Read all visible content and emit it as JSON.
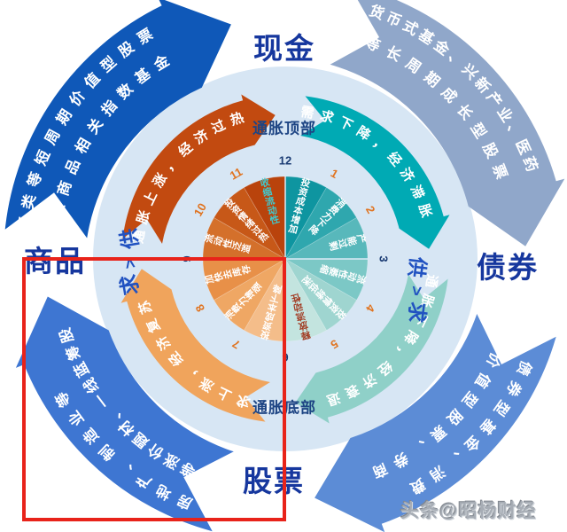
{
  "corner_labels": {
    "cash": "现金",
    "bonds": "债券",
    "stocks": "股票",
    "commodities": "商品"
  },
  "zone_labels": {
    "top": "通胀顶部",
    "bottom": "通胀底部",
    "right": "供>求",
    "left": "求>供"
  },
  "phase_arrows": [
    {
      "label": "需求下降，经济滞胀",
      "color": "#00aab4"
    },
    {
      "label": "通胀下降，经济衰退",
      "color": "#8fd0c8"
    },
    {
      "label": "需求上涨，经济复苏",
      "color": "#f0a45c"
    },
    {
      "label": "通胀上涨，经济过热",
      "color": "#c24a10"
    }
  ],
  "outer_arrows": [
    {
      "lines": [
        "货币式基金、兴新产业、医药",
        "等长周期成长型股票"
      ],
      "color": "#90a7ca"
    },
    {
      "lines": [
        "债券型基金、消费",
        "等价值型股票、券商"
      ],
      "color": "#5c8cd6"
    },
    {
      "lines": [
        "房地产、制造业等",
        "有色金属等涨价题材、一线蓝筹股"
      ],
      "color": "#3e76d2"
    },
    {
      "lines": [
        "资源类等短周期价值型股票",
        "大宗商品相关指数基金"
      ],
      "color": "#0f58b8"
    }
  ],
  "wheel": {
    "background_color": "#d7e6f4",
    "numbers": [
      "12",
      "1",
      "2",
      "3",
      "4",
      "5",
      "6",
      "7",
      "8",
      "9",
      "10",
      "11"
    ],
    "major_numbers": [
      "12",
      "3",
      "6",
      "9"
    ],
    "number_colors": {
      "major": "#1b3c74",
      "minor": "#e0731f"
    },
    "segments": [
      {
        "label": "投资成本增加",
        "color": "#0e95a0",
        "text_color": "#ffffff"
      },
      {
        "label": "消费力下降",
        "color": "#2fa7ae",
        "text_color": "#ffffff"
      },
      {
        "label": "产能过剩",
        "color": "#58b8bb",
        "text_color": "#ffffff"
      },
      {
        "label": "流动性萎缩",
        "color": "#7cc8c6",
        "text_color": "#ffffff"
      },
      {
        "label": "投资情绪低迷",
        "color": "#9fd5d0",
        "text_color": "#ffffff"
      },
      {
        "label": "释放流动性",
        "color": "#c3e4df",
        "text_color": "#a23b22"
      },
      {
        "label": "投资成本下降",
        "color": "#f4bd8a",
        "text_color": "#ffffff"
      },
      {
        "label": "消费力增强",
        "color": "#efa764",
        "text_color": "#ffffff"
      },
      {
        "label": "加快去库存",
        "color": "#e89048",
        "text_color": "#ffffff"
      },
      {
        "label": "流动性泛滥",
        "color": "#d4702b",
        "text_color": "#ffffff"
      },
      {
        "label": "投资情绪过热",
        "color": "#c75818",
        "text_color": "#ffffff"
      },
      {
        "label": "收缩流动性",
        "color": "#b9430c",
        "text_color": "#3ecbd0"
      }
    ]
  },
  "highlight_color": "#e8231a",
  "watermark": "头条@昭杨财经"
}
